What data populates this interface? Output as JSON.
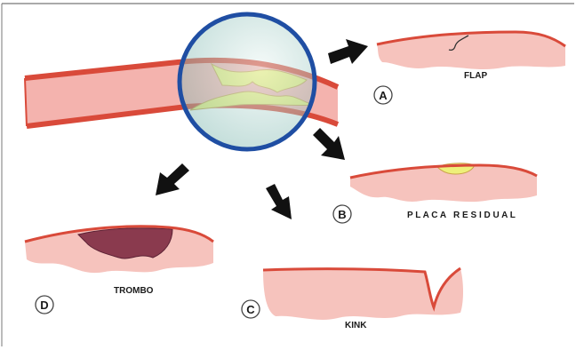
{
  "diagram": {
    "panels": [
      {
        "letter": "A",
        "caption": "FLAP"
      },
      {
        "letter": "B",
        "caption": "P L A C A   R E S I D U A L"
      },
      {
        "letter": "C",
        "caption": "KINK"
      },
      {
        "letter": "D",
        "caption": "TROMBO"
      }
    ]
  },
  "colors": {
    "vessel_wall": "#d94a3a",
    "vessel_lumen": "#f4b3ae",
    "tissue": "#f6c3bd",
    "plaque": "#eef07a",
    "thrombus": "#8a3a4e",
    "lens_ring": "#1f4ea3",
    "arrow": "#111111"
  }
}
